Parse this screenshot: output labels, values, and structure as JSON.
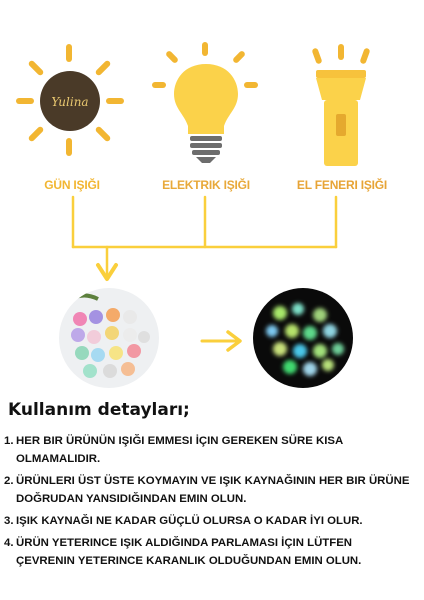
{
  "sources": [
    {
      "label": "GÜN IŞIĞI",
      "icon": "sun-icon",
      "color": "#F2B632"
    },
    {
      "label": "ELEKTRIK IŞIĞI",
      "icon": "light-bulb-icon",
      "color": "#E8A93A"
    },
    {
      "label": "EL FENERI IŞIĞI",
      "icon": "flashlight-icon",
      "color": "#E7A436"
    }
  ],
  "brand_logo": "Yulina",
  "usage": {
    "title": "Kullanım detayları;",
    "steps": [
      {
        "num": "1.",
        "lines": [
          "HER BIR ÜRÜNÜN IŞIĞI EMMESI İÇIN GEREKEN SÜRE KISA",
          "OLMAMALIDIR."
        ]
      },
      {
        "num": "2.",
        "lines": [
          "ÜRÜNLERI ÜST ÜSTE KOYMAYIN VE IŞIK KAYNAĞININ HER BIR ÜRÜNE",
          "DOĞRUDAN YANSIDIĞINDAN EMIN OLUN."
        ]
      },
      {
        "num": "3.",
        "lines": [
          "IŞIK KAYNAĞI NE KADAR GÜÇLÜ OLURSA O KADAR İYI OLUR."
        ]
      },
      {
        "num": "4.",
        "lines": [
          "ÜRÜN YETERINCE IŞIK ALDIĞINDA PARLAMASI İÇIN LÜTFEN",
          "ÇEVRENIN YETERINCE KARANLIK OLDUĞUNDAN EMIN OLUN."
        ]
      }
    ]
  },
  "colors": {
    "accent_yellow": "#FBD24A",
    "connector": "#FACF3C",
    "sun_disc": "#4A3A28",
    "night_bg": "#0A0A0A"
  }
}
